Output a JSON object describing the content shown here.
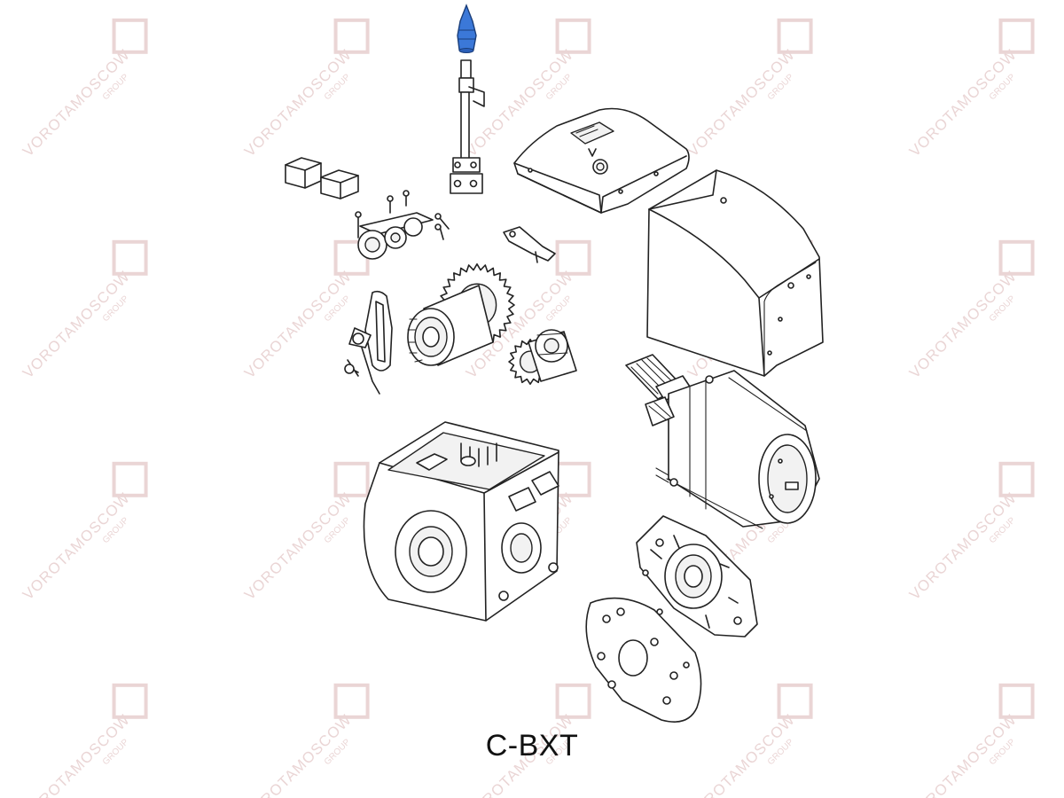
{
  "diagram": {
    "model_label": "C-BXT",
    "highlight_color": "#3b78d8",
    "line_color": "#222222",
    "watermark_color": "#d9b3b3",
    "watermark": {
      "text": "VOROTAMOSCOW",
      "subtext": "GROUP"
    },
    "parts": [
      "release-knob",
      "release-shaft",
      "limit-switch-tabs",
      "switch-cam-assembly",
      "release-lever",
      "cover",
      "motor-housing-cover",
      "double-gear",
      "drive-belt-lever",
      "pinion-gear",
      "worm-screw",
      "electric-motor",
      "gearbox-body",
      "motor-flange",
      "base-plate"
    ]
  }
}
